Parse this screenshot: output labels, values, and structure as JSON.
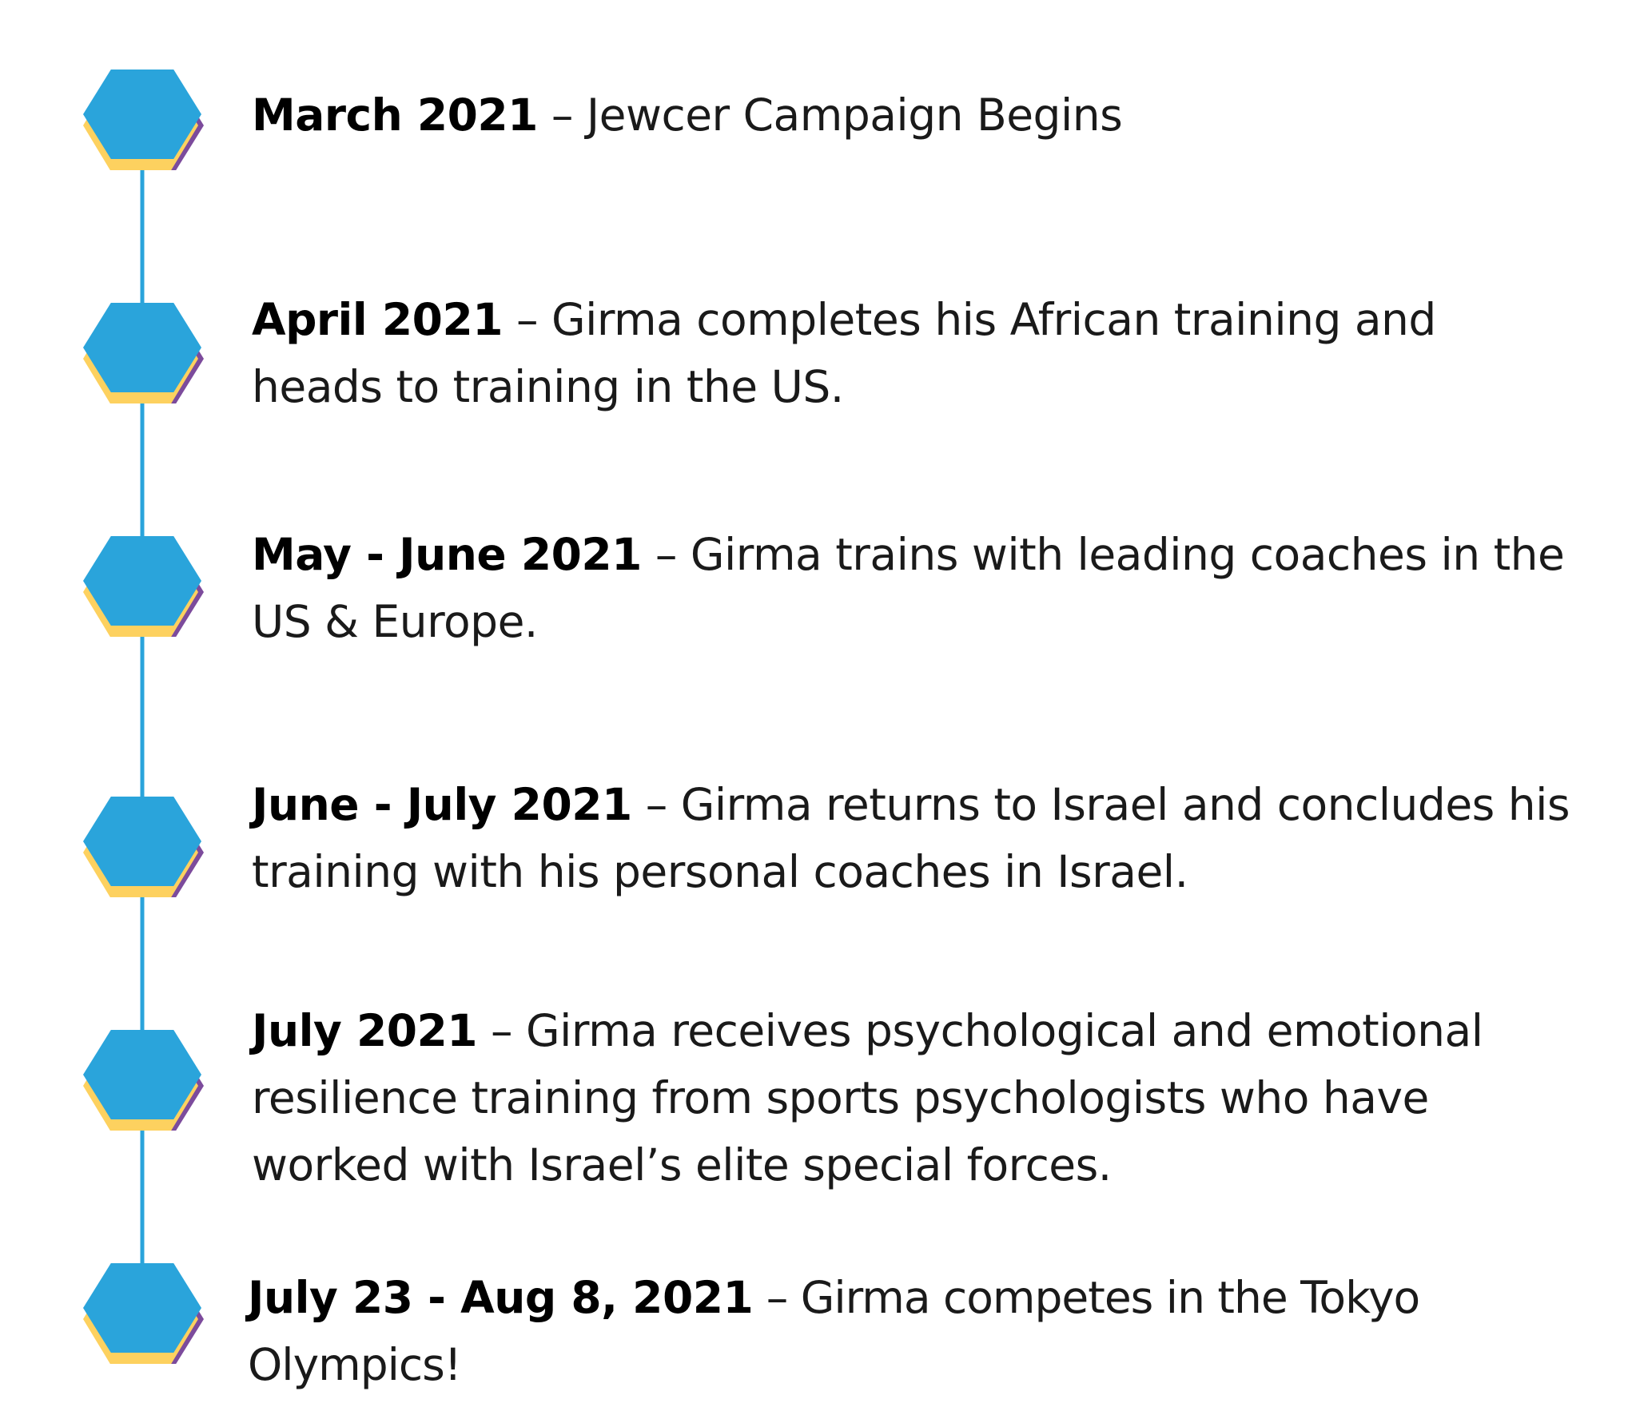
{
  "colors": {
    "hexagon_fill": "#2AA4DB",
    "hexagon_shadow": "#FDD15F",
    "hexagon_side": "#7C4B9C",
    "connector_line": "#2AA4DB",
    "text": "#000000"
  },
  "timeline": {
    "items": [
      {
        "date": "March 2021",
        "separator": " – ",
        "text": "Jewcer Campaign Begins"
      },
      {
        "date": "April 2021",
        "separator": " – ",
        "text": "Girma completes his African training and heads to training in the US."
      },
      {
        "date": "May - June 2021",
        "separator": " – ",
        "text": "Girma trains with leading coaches in the US & Europe."
      },
      {
        "date": "June - July 2021",
        "separator": " – ",
        "text": "Girma returns to Israel and concludes his training with his personal coaches in Israel."
      },
      {
        "date": "July 2021",
        "separator": " – ",
        "text": "Girma receives psychological and emotional resilience training from sports psychologists who have worked with Israel’s elite special forces."
      },
      {
        "date": "July 23 - Aug 8, 2021",
        "separator": " – ",
        "text": "Girma competes in the Tokyo Olympics!"
      }
    ]
  }
}
